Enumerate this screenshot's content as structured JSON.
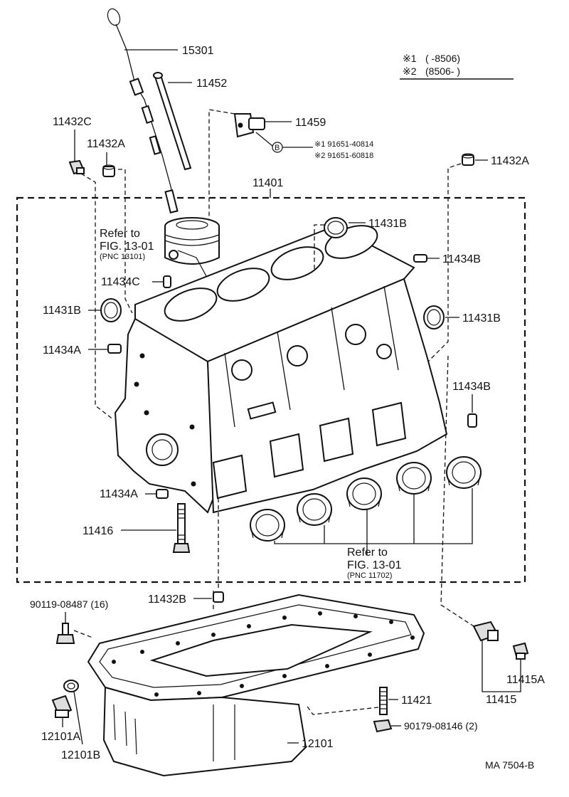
{
  "footnote": {
    "line1_mark": "※1",
    "line1_range": "(      -8506)",
    "line2_mark": "※2",
    "line2_range": "(8506-      )"
  },
  "bolt_spec": {
    "badge": "B",
    "line1": "※1 91651-40814",
    "line2": "※2 91651-60818"
  },
  "parts": {
    "p15301": "15301",
    "p11452": "11452",
    "p11459": "11459",
    "p11432C": "11432C",
    "p11432A_left": "11432A",
    "p11432A_right": "11432A",
    "p11401": "11401",
    "p11431B_top": "11431B",
    "p11434B_top": "11434B",
    "p11434C": "11434C",
    "p11431B_left": "11431B",
    "p11431B_right": "11431B",
    "p11434A_upper": "11434A",
    "p11434B_right": "11434B",
    "p11434A_lower": "11434A",
    "p11416": "11416",
    "p11432B": "11432B",
    "p90119": "90119-08487 (16)",
    "p11421": "11421",
    "p90179": "90179-08146 (2)",
    "p11415A": "11415A",
    "p11415": "11415",
    "p12101A": "12101A",
    "p12101B": "12101B",
    "p12101": "12101"
  },
  "refs": {
    "piston_line1": "Refer to",
    "piston_line2": "FIG. 13-01",
    "piston_pnc": "(PNC 13101)",
    "bearing_line1": "Refer to",
    "bearing_line2": "FIG. 13-01",
    "bearing_pnc": "(PNC 11702)"
  },
  "drawing_code": "MA 7504-B"
}
